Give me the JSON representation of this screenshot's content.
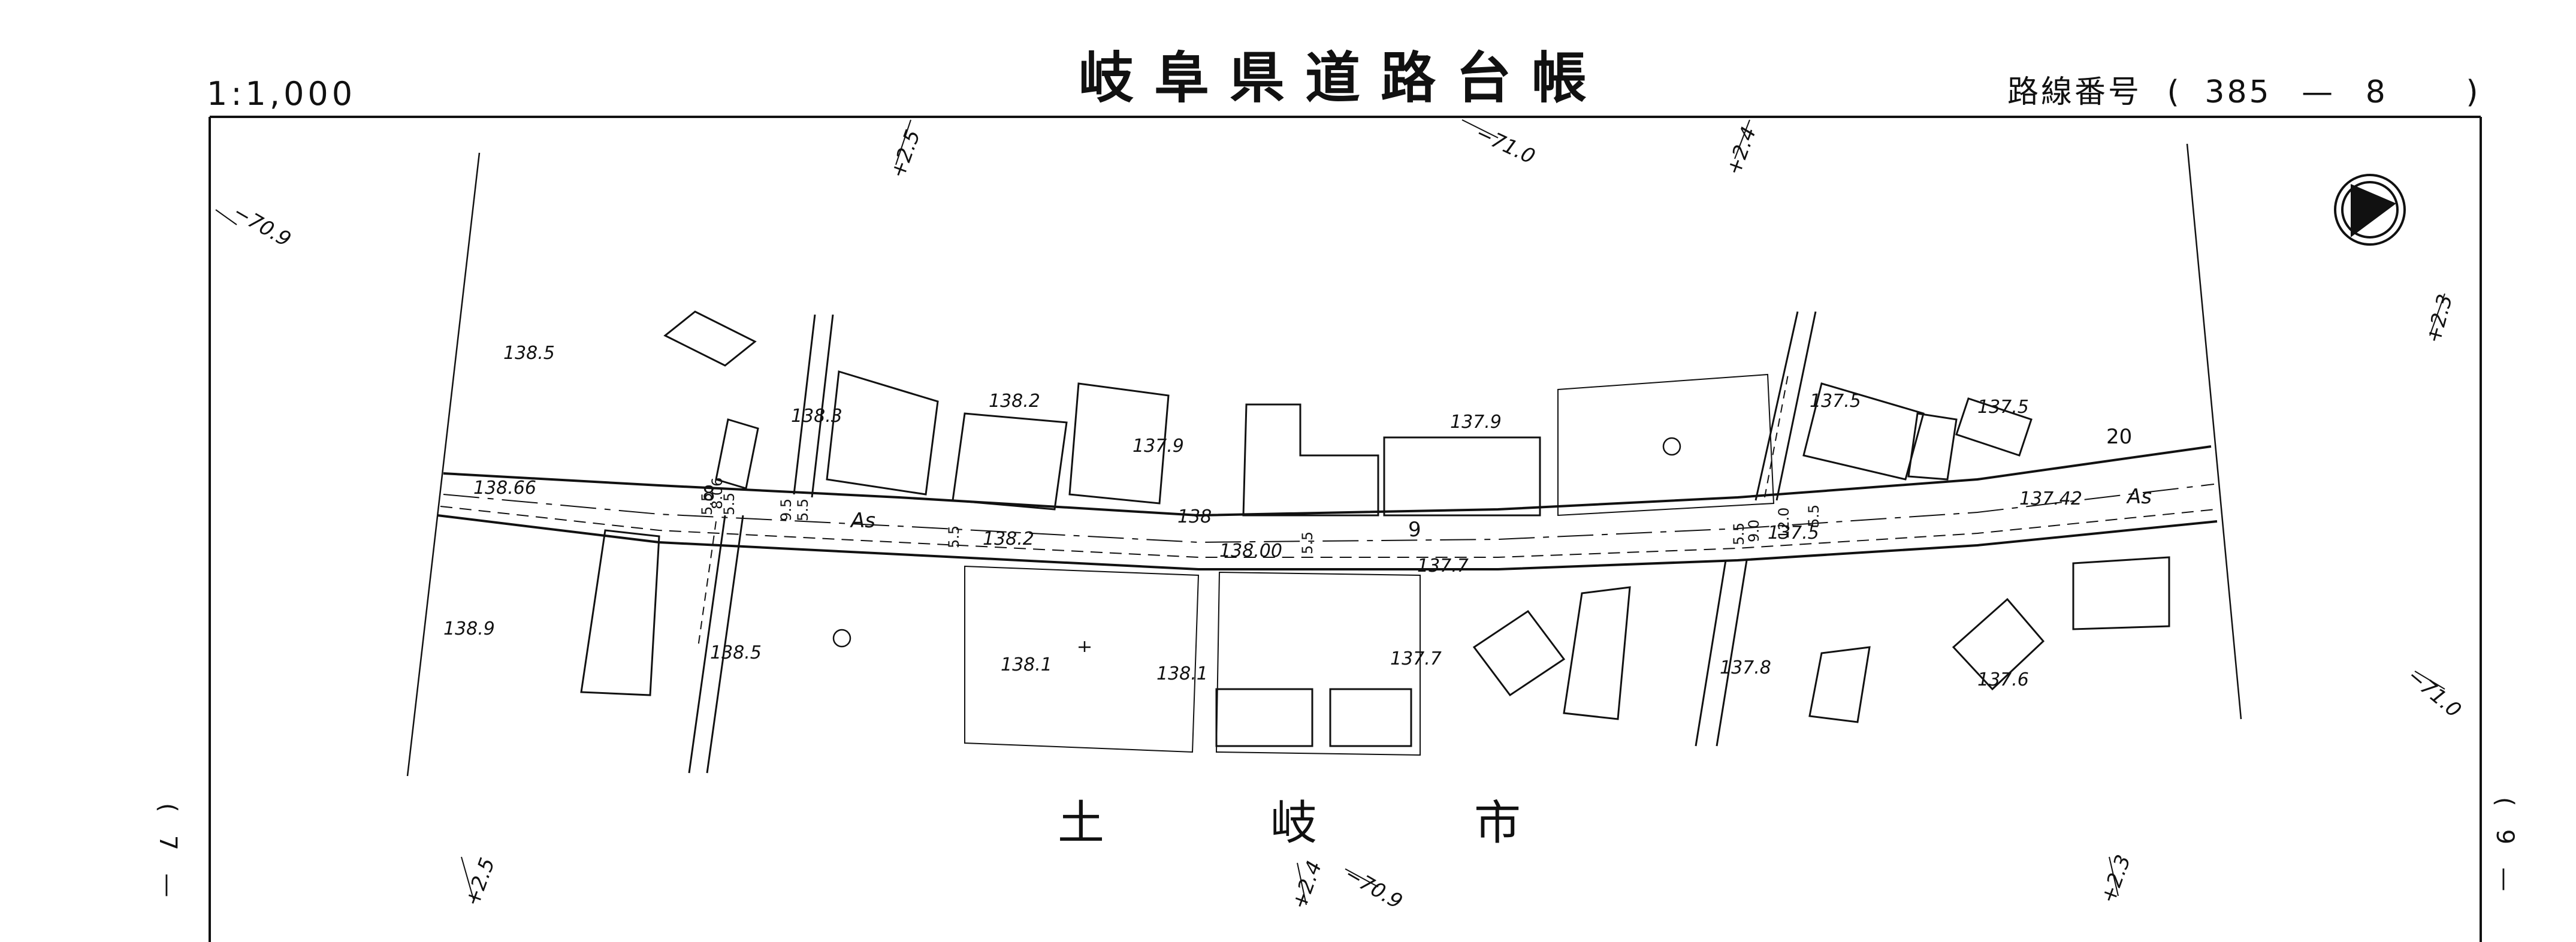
{
  "header": {
    "scale": "1:1,000",
    "title": "岐阜県道路台帳",
    "route_label": "路線番号",
    "route_number": "385",
    "route_dash": "—",
    "route_sheet": "8",
    "paren_open": "(",
    "paren_close": ")"
  },
  "map": {
    "city": [
      "土",
      "岐",
      "市"
    ],
    "road_surface": "As",
    "spot_elevations": [
      "138.66",
      "138.5",
      "138.3",
      "138.2",
      "137.9",
      "137.9",
      "138",
      "138.2",
      "138.00",
      "137.7",
      "137.5",
      "137.5",
      "137.42",
      "137.5",
      "138.9",
      "138.5",
      "138.1",
      "138.1",
      "137.7",
      "137.8",
      "137.6"
    ],
    "contour_labels": [
      "70.9",
      "2.5",
      "71.0",
      "2.4",
      "2.3",
      "71.0",
      "2.5",
      "2.4",
      "70.9",
      "2.3"
    ],
    "contour_signs": [
      "−",
      "+",
      "−",
      "+",
      "+",
      "−",
      "+",
      "+",
      "−",
      "+"
    ],
    "widths": [
      "8",
      "5.5",
      "8.06",
      "5.5",
      "9.5",
      "5.5",
      "5.5",
      "5.5",
      "9",
      "5.5",
      "9.0",
      "12.0",
      "5.5",
      "20"
    ],
    "margin_left": [
      "(",
      "7",
      "—"
    ],
    "margin_right": [
      "(",
      "9",
      "—"
    ],
    "legend_symbol": "north-arrow",
    "colors": {
      "ink": "#111111",
      "paper": "#ffffff"
    }
  }
}
